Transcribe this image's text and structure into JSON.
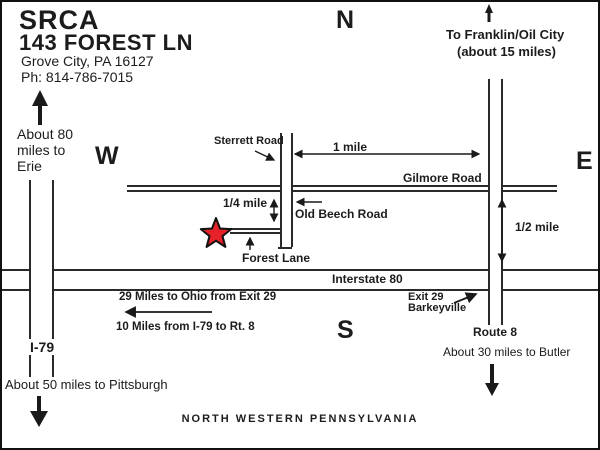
{
  "header": {
    "org": "SRCA",
    "address": "143 FOREST LN",
    "city": "Grove City, PA 16127",
    "phone": "Ph: 814-786-7015"
  },
  "compass": {
    "n": "N",
    "s": "S",
    "e": "E",
    "w": "W"
  },
  "roads": {
    "sterrett": "Sterrett Road",
    "gilmore": "Gilmore Road",
    "old_beech": "Old Beech Road",
    "forest": "Forest Lane",
    "interstate80": "Interstate 80",
    "i79": "I-79",
    "route8": "Route 8"
  },
  "distances": {
    "one_mile": "1 mile",
    "quarter_mile": "1/4 mile",
    "half_mile": "1/2 mile",
    "ohio": "29 Miles to Ohio from Exit 29",
    "i79_rt8": "10 Miles from I-79 to Rt. 8"
  },
  "destinations": {
    "franklin_line1": "To Franklin/Oil City",
    "franklin_line2": "(about 15 miles)",
    "erie_line1": "About 80",
    "erie_line2": "miles to",
    "erie_line3": "Erie",
    "pittsburgh": "About 50 miles to Pittsburgh",
    "butler": "About 30 miles to Butler"
  },
  "exit29": {
    "line1": "Exit 29",
    "line2": "Barkeyville"
  },
  "footer": "NORTH WESTERN PENNSYLVANIA",
  "colors": {
    "star_fill": "#e62129",
    "ink": "#1a1a1a"
  }
}
